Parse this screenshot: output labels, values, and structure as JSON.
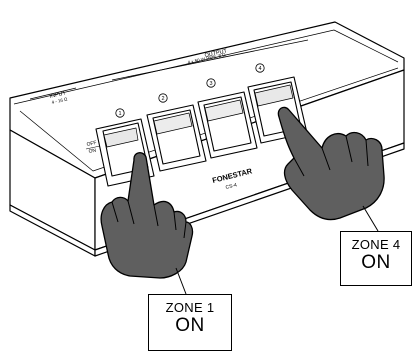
{
  "device": {
    "input_label": "INPUT",
    "input_spec": "4 - 16 Ω",
    "output_label": "OUTPUT",
    "output_spec": "4 x 50 W RMS, 8 Ω",
    "off_label": "OFF",
    "on_label": "ON",
    "brand": "FONESTAR",
    "model": "CS-4",
    "switch_numbers": [
      "1",
      "2",
      "3",
      "4"
    ]
  },
  "callouts": [
    {
      "zone": "ZONE 4",
      "state": "ON"
    },
    {
      "zone": "ZONE 1",
      "state": "ON"
    }
  ],
  "colors": {
    "hand": "#5f5f5f",
    "outline": "#000000",
    "panel": "#ffffff"
  }
}
